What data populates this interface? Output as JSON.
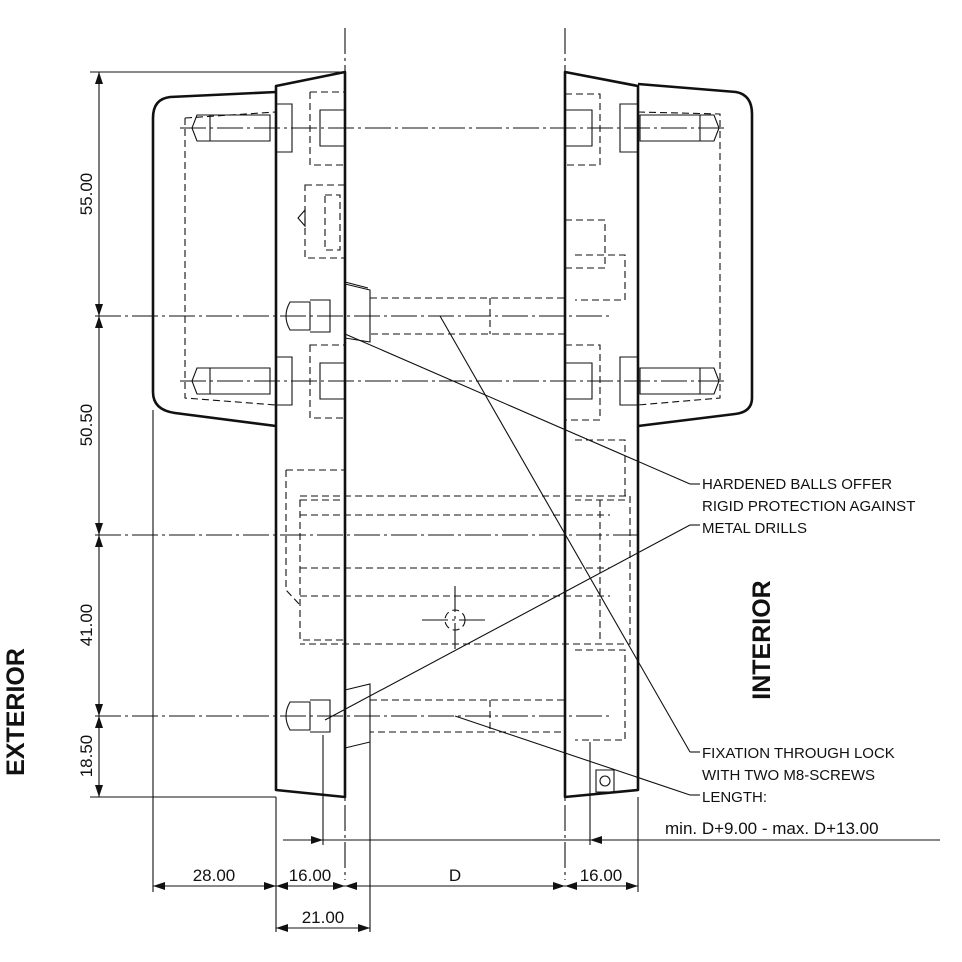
{
  "side_labels": {
    "exterior": "EXTERIOR",
    "interior": "INTERIOR"
  },
  "dimensions": {
    "d1": "55.00",
    "d2": "50.50",
    "d3": "41.00",
    "d4": "18.50",
    "w1": "28.00",
    "w2": "16.00",
    "w3": "D",
    "w4": "16.00",
    "w5": "21.00"
  },
  "notes": {
    "balls": [
      "HARDENED BALLS OFFER",
      "RIGID PROTECTION AGAINST",
      "METAL DRILLS"
    ],
    "fixation": [
      "FIXATION THROUGH LOCK",
      "WITH TWO M8-SCREWS",
      "LENGTH:"
    ],
    "length": "min. D+9.00 - max. D+13.00"
  }
}
